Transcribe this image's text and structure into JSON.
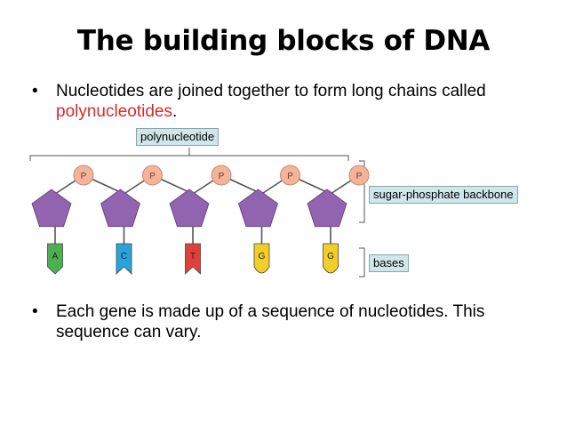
{
  "title": "The building blocks of DNA",
  "bullets": {
    "symbol": "•",
    "first": {
      "before": "Nucleotides are joined together to form long chains called ",
      "highlight": "polynucleotides",
      "after": "."
    },
    "second": "Each gene is made up of a sequence of nucleotides. This sequence can vary."
  },
  "labels": {
    "polynucleotide": "polynucleotide",
    "backbone": "sugar-phosphate backbone",
    "bases": "bases"
  },
  "phosphate_letter": "P",
  "bases": [
    {
      "letter": "A",
      "color": "#4caf50"
    },
    {
      "letter": "C",
      "color": "#29a3dc"
    },
    {
      "letter": "T",
      "color": "#e0403a"
    },
    {
      "letter": "G",
      "color": "#f2cf28"
    },
    {
      "letter": "G",
      "color": "#f2cf28"
    }
  ],
  "colors": {
    "sugar": "#9264b0",
    "phosphate": "#f4b49a",
    "highlight": "#d42a2a",
    "label_bg": "#cfe6ea"
  }
}
